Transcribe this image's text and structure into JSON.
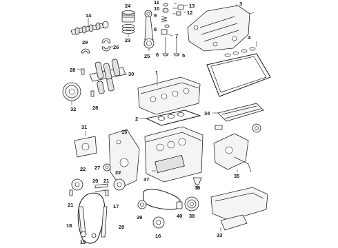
{
  "callouts": [
    {
      "id": "c1",
      "text": "1"
    },
    {
      "id": "c2",
      "text": "2"
    },
    {
      "id": "c3",
      "text": "3"
    },
    {
      "id": "c4",
      "text": "4"
    },
    {
      "id": "c5",
      "text": "5"
    },
    {
      "id": "c6",
      "text": "6"
    },
    {
      "id": "c7",
      "text": "7"
    },
    {
      "id": "c8",
      "text": "8"
    },
    {
      "id": "c9",
      "text": "9"
    },
    {
      "id": "c10",
      "text": "10"
    },
    {
      "id": "c11",
      "text": "11"
    },
    {
      "id": "c12",
      "text": "12"
    },
    {
      "id": "c13",
      "text": "13"
    },
    {
      "id": "c14",
      "text": "14"
    },
    {
      "id": "c15",
      "text": "15"
    },
    {
      "id": "c16",
      "text": "16"
    },
    {
      "id": "c17",
      "text": "17"
    },
    {
      "id": "c18",
      "text": "18"
    },
    {
      "id": "c19",
      "text": "19"
    },
    {
      "id": "c20a",
      "text": "20"
    },
    {
      "id": "c20b",
      "text": "20"
    },
    {
      "id": "c21a",
      "text": "21"
    },
    {
      "id": "c21b",
      "text": "21"
    },
    {
      "id": "c22a",
      "text": "22"
    },
    {
      "id": "c22b",
      "text": "22"
    },
    {
      "id": "c23",
      "text": "23"
    },
    {
      "id": "c24",
      "text": "24"
    },
    {
      "id": "c25",
      "text": "25"
    },
    {
      "id": "c26",
      "text": "26"
    },
    {
      "id": "c27",
      "text": "27"
    },
    {
      "id": "c28a",
      "text": "28"
    },
    {
      "id": "c28b",
      "text": "28"
    },
    {
      "id": "c29",
      "text": "29"
    },
    {
      "id": "c30",
      "text": "30"
    },
    {
      "id": "c31",
      "text": "31"
    },
    {
      "id": "c32",
      "text": "32"
    },
    {
      "id": "c33",
      "text": "33"
    },
    {
      "id": "c34",
      "text": "34"
    },
    {
      "id": "c35",
      "text": "35"
    },
    {
      "id": "c36",
      "text": "36"
    },
    {
      "id": "c37",
      "text": "37"
    },
    {
      "id": "c38",
      "text": "38"
    },
    {
      "id": "c39",
      "text": "39"
    },
    {
      "id": "c40",
      "text": "40"
    }
  ]
}
